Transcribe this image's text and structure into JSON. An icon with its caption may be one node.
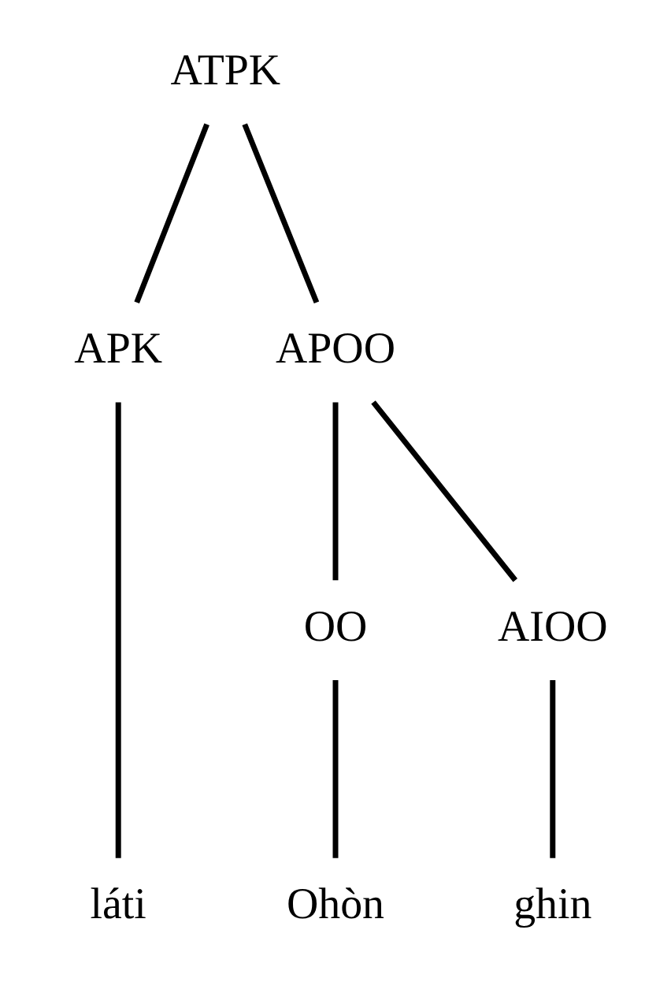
{
  "diagram": {
    "nodes": [
      {
        "text": [
          "ATPK"
        ]
      },
      {
        "text": [
          "APK"
        ]
      },
      {
        "text": [
          "APOO"
        ]
      },
      {
        "text": [
          "OO"
        ]
      },
      {
        "text": [
          "AIOO"
        ]
      },
      {
        "text": [
          "láti"
        ]
      },
      {
        "text": [
          "Ohòn"
        ]
      },
      {
        "text": [
          "ghin"
        ]
      }
    ],
    "edges": [
      {
        "from": 0,
        "to": 1,
        "arrow": "none"
      },
      {
        "from": 0,
        "to": 2,
        "arrow": "none"
      },
      {
        "from": 1,
        "to": 5,
        "arrow": "none"
      },
      {
        "from": 2,
        "to": 3,
        "arrow": "none"
      },
      {
        "from": 2,
        "to": 4,
        "arrow": "none"
      },
      {
        "from": 3,
        "to": 6,
        "arrow": "none"
      },
      {
        "from": 4,
        "to": 7,
        "arrow": "none"
      }
    ]
  }
}
